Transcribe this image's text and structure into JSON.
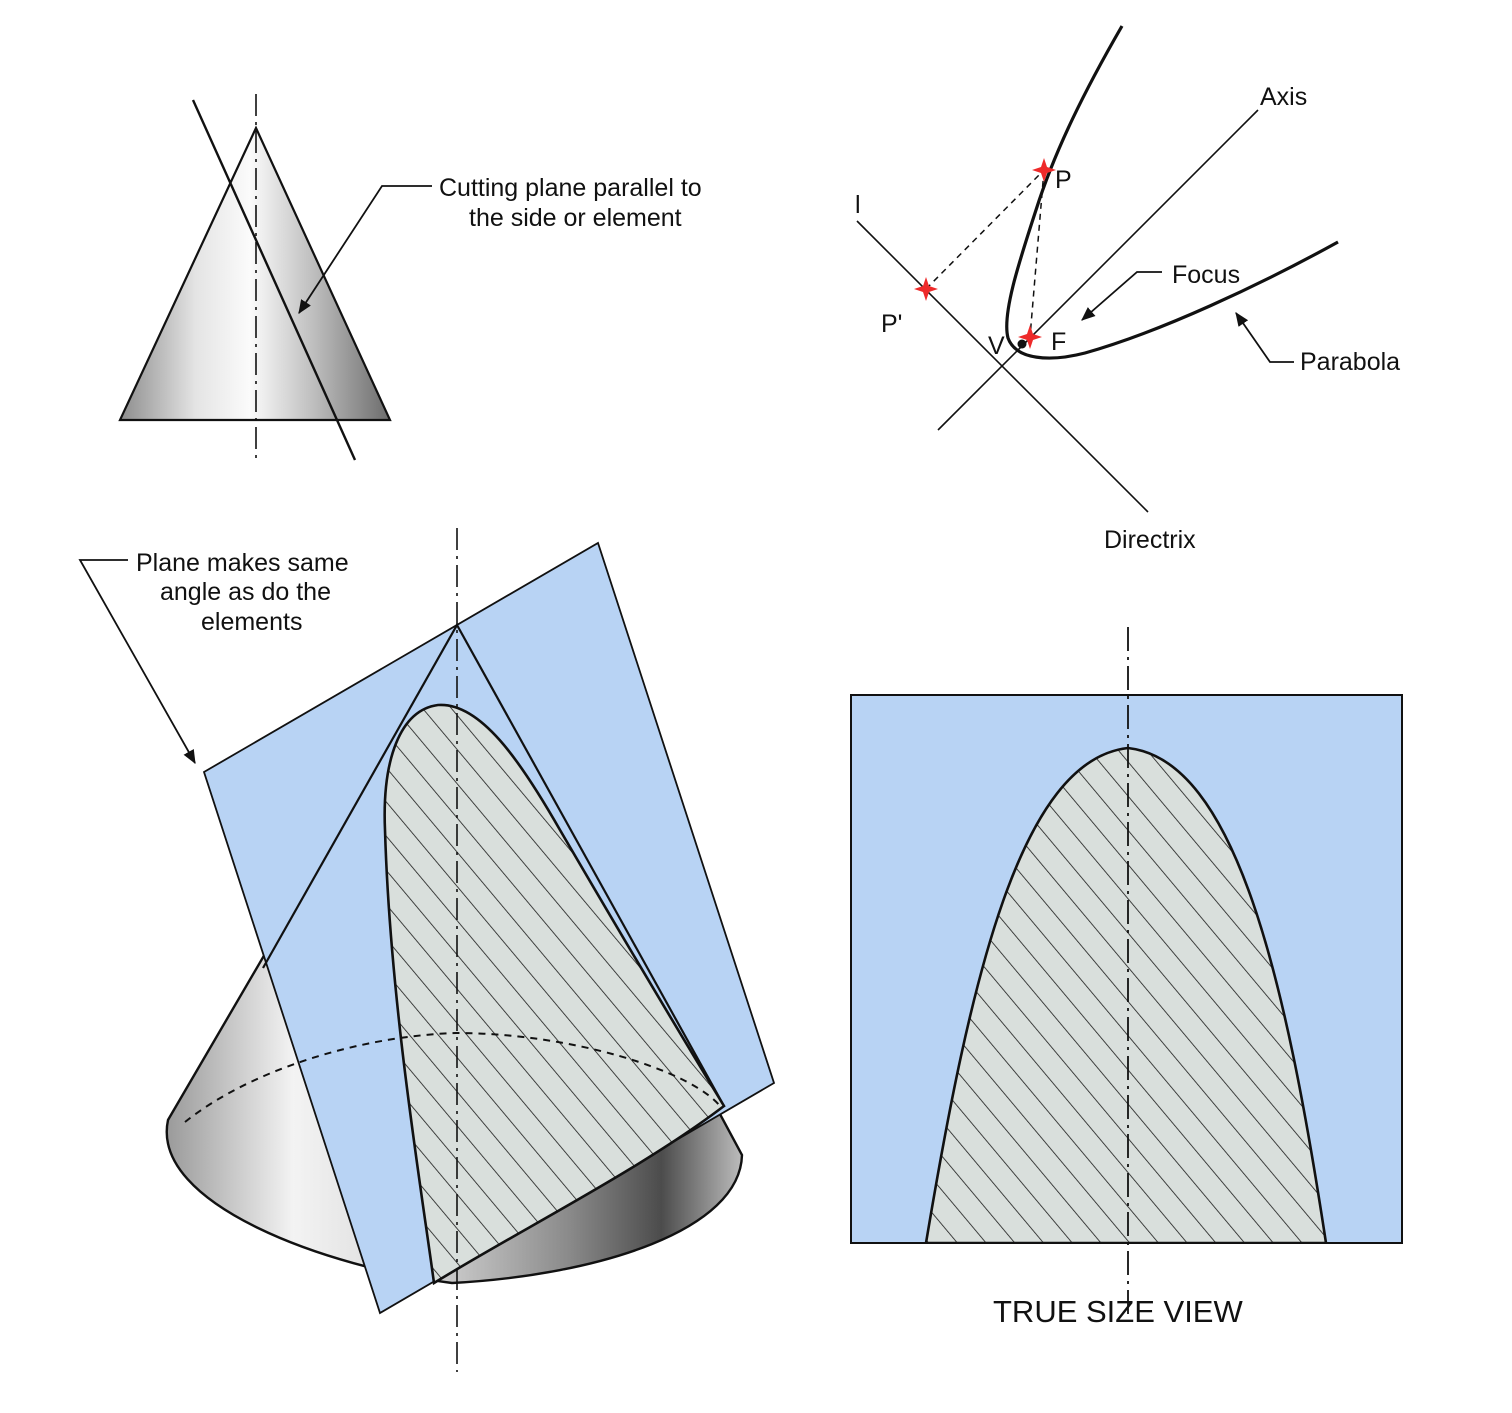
{
  "labels": {
    "cutting_plane_line1": "Cutting plane parallel to",
    "cutting_plane_line2": "the side or element",
    "axis": "Axis",
    "l": "l",
    "p": "P",
    "p_prime": "P'",
    "focus": "Focus",
    "v": "V",
    "f": "F",
    "parabola": "Parabola",
    "directrix": "Directrix",
    "plane_line1": "Plane makes same",
    "plane_line2": "angle as do the",
    "plane_line3": "elements",
    "true_size_view": "TRUE SIZE VIEW"
  },
  "colors": {
    "plane_blue": "#b8d3f4",
    "section_fill": "#d9dfdc",
    "ink": "#111111",
    "point_marker": "#ee2a2a",
    "cone_light": "#f7f7f7",
    "cone_dark": "#6f6f6f"
  },
  "icons": [
    "leader-arrow-icon",
    "point-marker-icon"
  ]
}
